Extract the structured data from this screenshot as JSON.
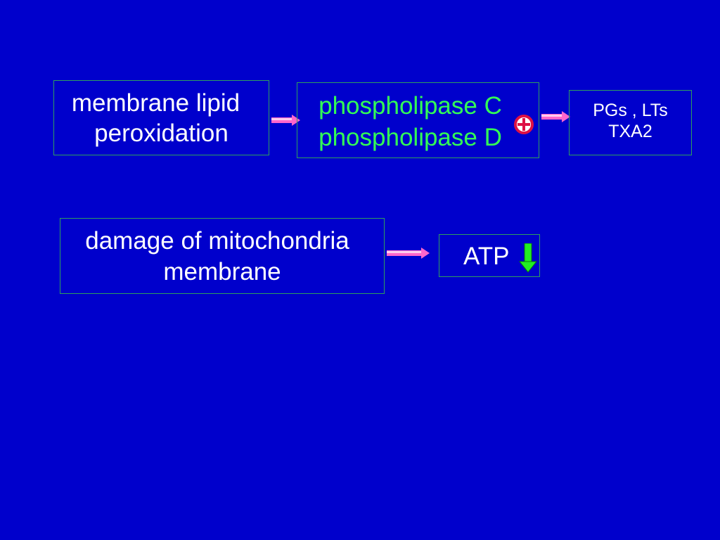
{
  "diagram": {
    "lipid_box": {
      "line1": "membrane lipid",
      "line2": "peroxidation"
    },
    "phospholipase_box": {
      "line1": "phospholipase C",
      "line2": "phospholipase D"
    },
    "products_box": {
      "line1": "PGs , LTs",
      "line2": "TXA2"
    },
    "mito_box": {
      "line1": "damage of mitochondria",
      "line2": "membrane"
    },
    "atp_box": {
      "label": "ATP"
    },
    "colors": {
      "background": "#0000cc",
      "text_white": "#ffffff",
      "text_green": "#33ff55",
      "box_border": "#2e9e5e",
      "arrow_pink": "#ff66cc",
      "arrow_light": "#ffccee",
      "plus_red": "#dd1144",
      "down_arrow_green": "#22ee22"
    },
    "icons": {
      "activation": "circled-plus-icon",
      "decrease": "down-arrow-icon",
      "flow": "right-arrow-icon"
    }
  }
}
